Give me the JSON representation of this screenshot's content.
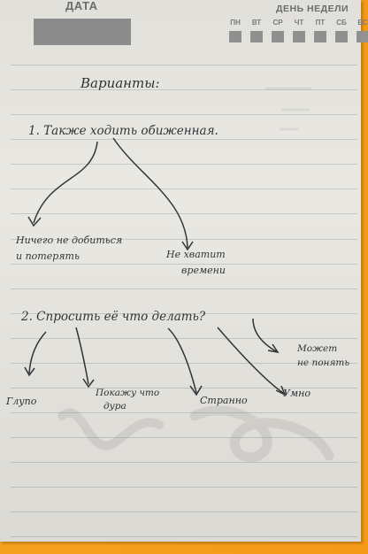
{
  "header": {
    "date_label": "ДАТА",
    "weekday_label": "ДЕНЬ НЕДЕЛИ",
    "weekdays": [
      "ПН",
      "ВТ",
      "СР",
      "ЧТ",
      "ПТ",
      "СБ",
      "ВС"
    ]
  },
  "notes": {
    "heading": "Варианты:",
    "item1": {
      "question": "1. Также ходить обиженная.",
      "options": [
        "Ничего не добиться",
        "и потерять",
        "Не хватит",
        "времени"
      ]
    },
    "item2": {
      "question": "2. Спросить её что делать?",
      "options": [
        "Глупо",
        "Покажу что",
        "дура",
        "Странно",
        "Умно",
        "Может",
        "не понять"
      ]
    }
  },
  "colors": {
    "frame": "#f59a17",
    "paper": "#e9e7e1",
    "ink": "#2c2d33"
  }
}
